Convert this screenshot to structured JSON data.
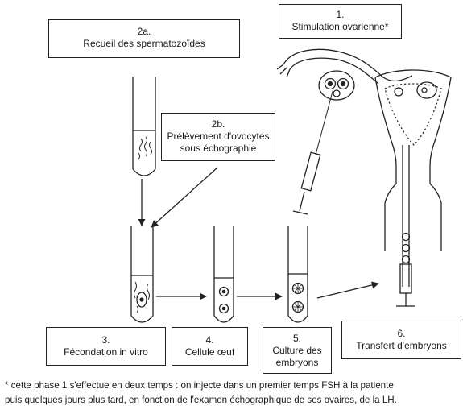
{
  "steps": {
    "s1": {
      "num": "1.",
      "label": "Stimulation ovarienne*"
    },
    "s2a": {
      "num": "2a.",
      "label": "Recueil des spermatozoïdes"
    },
    "s2b": {
      "num": "2b.",
      "label_line1": "Prélèvement d'ovocytes",
      "label_line2": "sous échographie"
    },
    "s3": {
      "num": "3.",
      "label": "Fécondation in vitro"
    },
    "s4": {
      "num": "4.",
      "label": "Cellule œuf"
    },
    "s5": {
      "num": "5.",
      "label_line1": "Culture des",
      "label_line2": "embryons"
    },
    "s6": {
      "num": "6.",
      "label": "Transfert d'embryons"
    }
  },
  "footnote": {
    "line1": "* cette phase 1 s'effectue en deux temps : on injecte dans un premier temps FSH à la patiente",
    "line2": "puis quelques jours plus tard, en fonction de l'examen échographique de ses ovaires, de la LH."
  },
  "colors": {
    "ink": "#222222",
    "background": "#ffffff"
  }
}
